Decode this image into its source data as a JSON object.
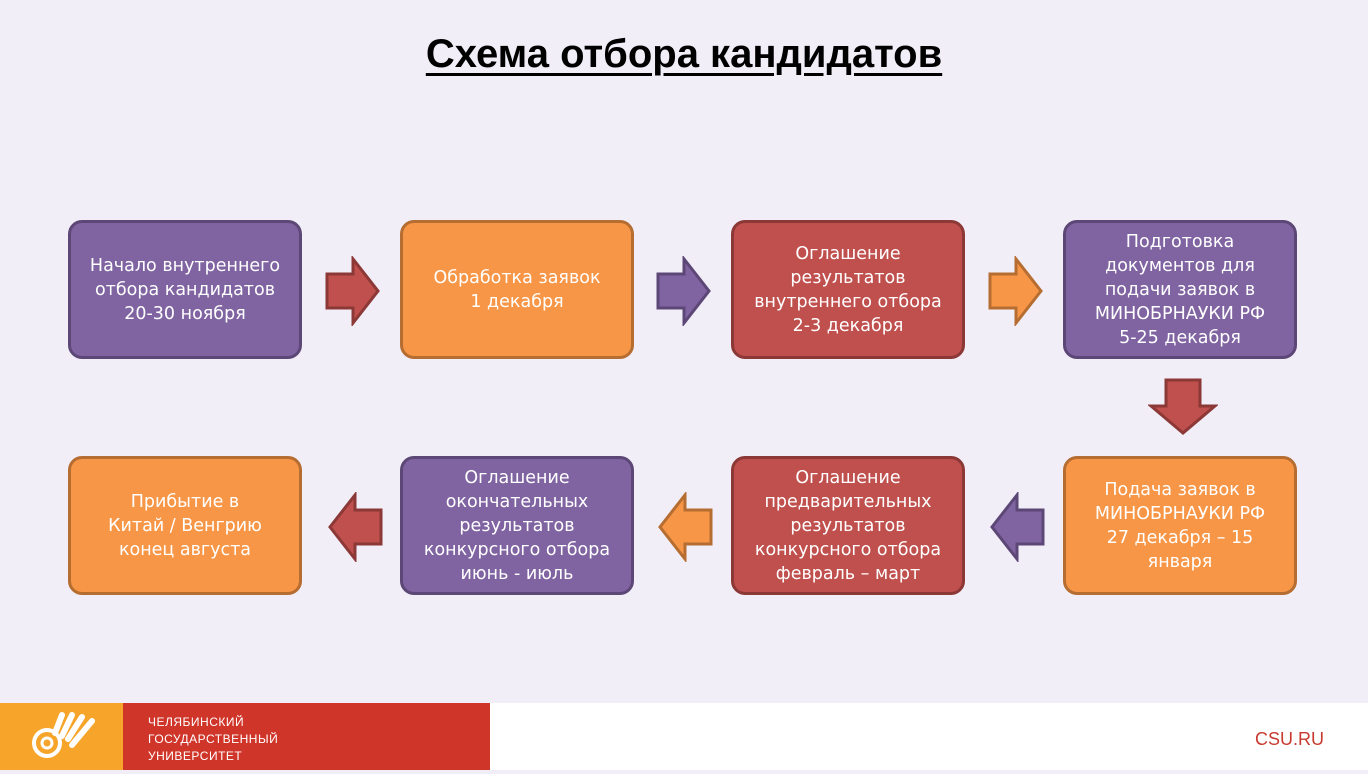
{
  "title": "Схема отбора кандидатов",
  "steps": [
    {
      "text": "Начало внутреннего\nотбора кандидатов\n20-30 ноября",
      "color": "purple"
    },
    {
      "text": "Обработка заявок\n1 декабря",
      "color": "orange"
    },
    {
      "text": "Оглашение\nрезультатов\nвнутреннего отбора\n2-3 декабря",
      "color": "red"
    },
    {
      "text": "Подготовка\nдокументов для\nподачи заявок в\nМИНОБРНАУКИ РФ\n5-25 декабря",
      "color": "purple"
    },
    {
      "text": "Подача заявок в\nМИНОБРНАУКИ РФ\n27 декабря – 15\nянваря",
      "color": "orange"
    },
    {
      "text": "Оглашение\nпредварительных\nрезультатов\nконкурсного отбора\nфевраль – март",
      "color": "red"
    },
    {
      "text": "Оглашение\nокончательных\nрезультатов\nконкурсного отбора\nиюнь - июль",
      "color": "purple"
    },
    {
      "text": "Прибытие в\nКитай / Венгрию\nконец августа",
      "color": "orange"
    }
  ],
  "colors": {
    "purple": "#8064a2",
    "orange": "#f79646",
    "red": "#c0504d"
  },
  "footer": {
    "university": "ЧЕЛЯБИНСКИЙ\nГОСУДАРСТВЕННЫЙ\nУНИВЕРСИТЕТ",
    "site": "CSU.RU"
  }
}
